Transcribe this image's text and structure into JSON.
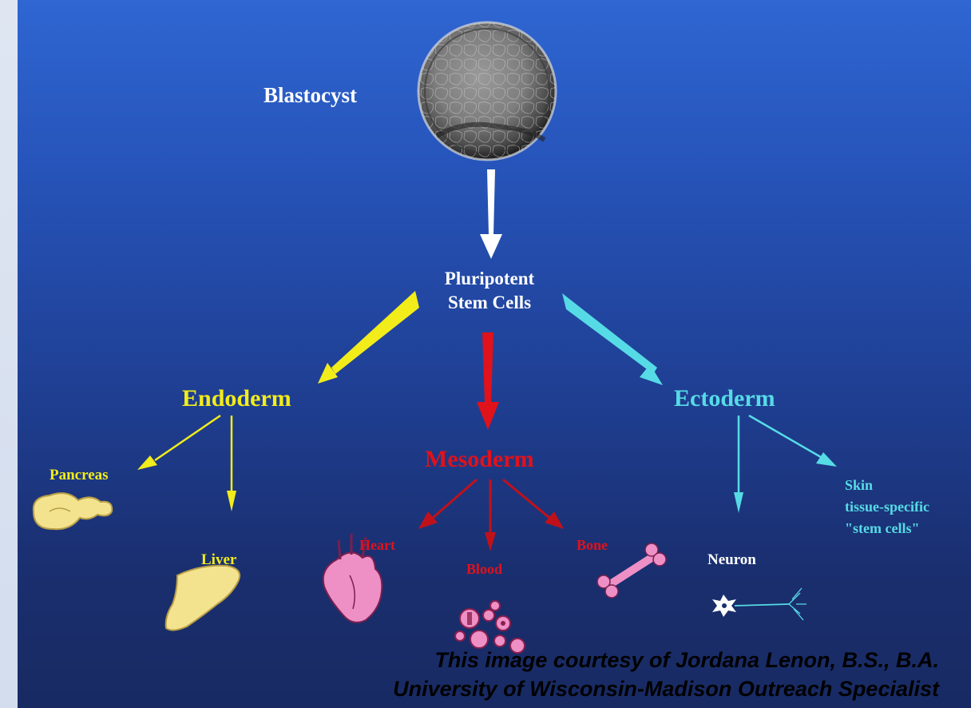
{
  "diagram": {
    "nodes": {
      "blastocyst": "Blastocyst",
      "pluripotent_line1": "Pluripotent",
      "pluripotent_line2": "Stem Cells",
      "endoderm": "Endoderm",
      "mesoderm": "Mesoderm",
      "ectoderm": "Ectoderm",
      "pancreas": "Pancreas",
      "liver": "Liver",
      "heart": "Heart",
      "blood": "Blood",
      "bone": "Bone",
      "neuron": "Neuron",
      "skin_line1": "Skin",
      "skin_line2": "tissue-specific",
      "skin_line3": "\"stem cells\""
    },
    "colors": {
      "endoderm": "#f2ec1a",
      "mesoderm": "#e0121b",
      "ectoderm": "#56dbe6",
      "white": "#ffffff",
      "organ_yellow": "#f3e38f",
      "organ_pink": "#ee8fc6"
    }
  },
  "credit": {
    "line1": "This image courtesy of Jordana Lenon, B.S., B.A.",
    "line2": "University of Wisconsin-Madison Outreach Specialist"
  }
}
